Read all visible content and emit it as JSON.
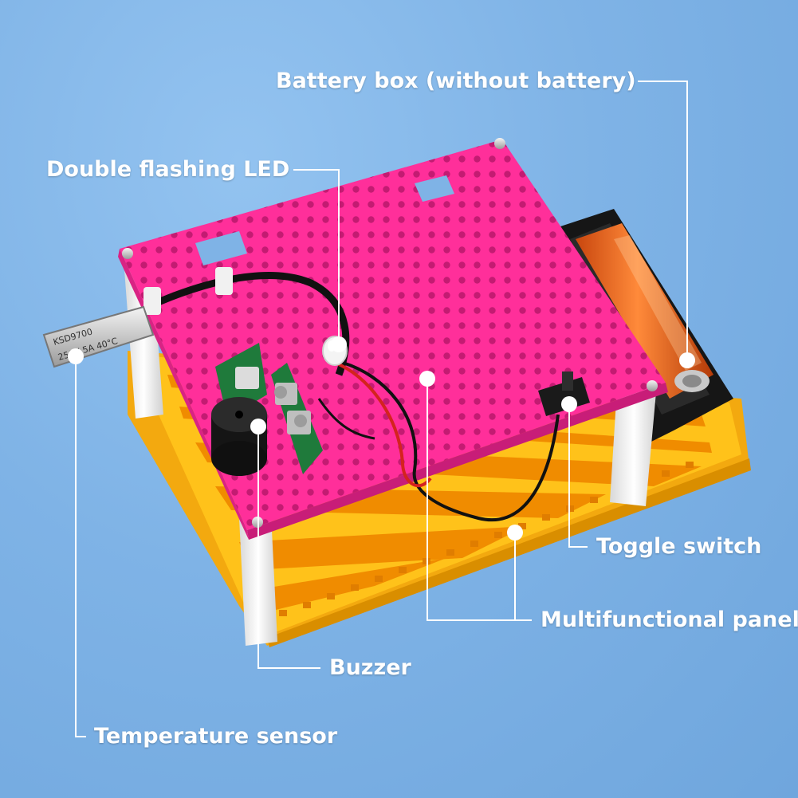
{
  "colors": {
    "background": "#7fb3e6",
    "panel": "#ff2f9a",
    "base": "#ffc21a",
    "callout": "#ffffff"
  },
  "image": {
    "sensor_text_line1": "KSD9700",
    "sensor_text_line2": "250V 5A 40°C"
  },
  "labels": {
    "battery_box": "Battery box (without battery)",
    "led": "Double flashing LED",
    "toggle_switch": "Toggle switch",
    "panel": "Multifunctional panel",
    "buzzer": "Buzzer",
    "temperature_sensor": "Temperature sensor"
  }
}
